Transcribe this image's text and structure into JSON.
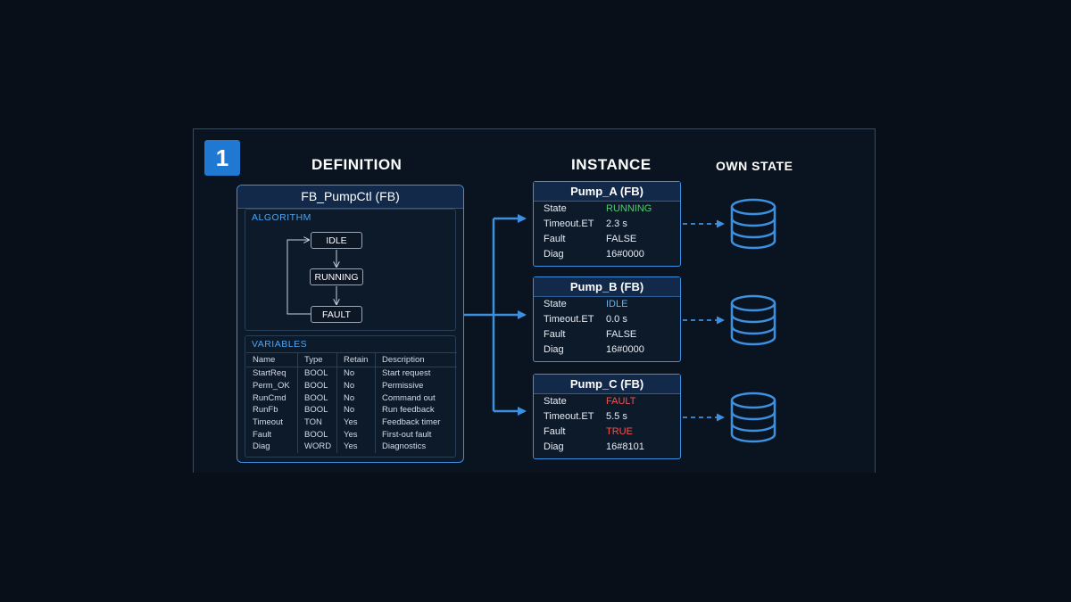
{
  "badge": "1",
  "headings": {
    "definition": "DEFINITION",
    "instance": "INSTANCE",
    "own_state": "OWN STATE"
  },
  "definition": {
    "title": "FB_PumpCtl (FB)",
    "algorithm_label": "ALGORITHM",
    "states": [
      "IDLE",
      "RUNNING",
      "FAULT"
    ],
    "variables_label": "VARIABLES",
    "columns": [
      "Name",
      "Type",
      "Retain",
      "Description"
    ],
    "rows": [
      [
        "StartReq",
        "BOOL",
        "No",
        "Start request"
      ],
      [
        "Perm_OK",
        "BOOL",
        "No",
        "Permissive"
      ],
      [
        "RunCmd",
        "BOOL",
        "No",
        "Command out"
      ],
      [
        "RunFb",
        "BOOL",
        "No",
        "Run feedback"
      ],
      [
        "Timeout",
        "TON",
        "Yes",
        "Feedback timer"
      ],
      [
        "Fault",
        "BOOL",
        "Yes",
        "First-out fault"
      ],
      [
        "Diag",
        "WORD",
        "Yes",
        "Diagnostics"
      ]
    ]
  },
  "instances": [
    {
      "title": "Pump_A (FB)",
      "rows": [
        {
          "key": "State",
          "value": "RUNNING",
          "status": "running"
        },
        {
          "key": "Timeout.ET",
          "value": "2.3 s",
          "status": ""
        },
        {
          "key": "Fault",
          "value": "FALSE",
          "status": ""
        },
        {
          "key": "Diag",
          "value": "16#0000",
          "status": ""
        }
      ]
    },
    {
      "title": "Pump_B (FB)",
      "rows": [
        {
          "key": "State",
          "value": "IDLE",
          "status": "idle"
        },
        {
          "key": "Timeout.ET",
          "value": "0.0 s",
          "status": ""
        },
        {
          "key": "Fault",
          "value": "FALSE",
          "status": ""
        },
        {
          "key": "Diag",
          "value": "16#0000",
          "status": ""
        }
      ]
    },
    {
      "title": "Pump_C (FB)",
      "rows": [
        {
          "key": "State",
          "value": "FAULT",
          "status": "fault"
        },
        {
          "key": "Timeout.ET",
          "value": "5.5 s",
          "status": ""
        },
        {
          "key": "Fault",
          "value": "TRUE",
          "status": "fault"
        },
        {
          "key": "Diag",
          "value": "16#8101",
          "status": ""
        }
      ]
    }
  ],
  "colors": {
    "accent": "#3d8fe0",
    "running": "#4ccf6b",
    "idle": "#5fb3f5",
    "fault": "#ff4d4d"
  },
  "icons": {
    "own_state": "database-icon"
  }
}
